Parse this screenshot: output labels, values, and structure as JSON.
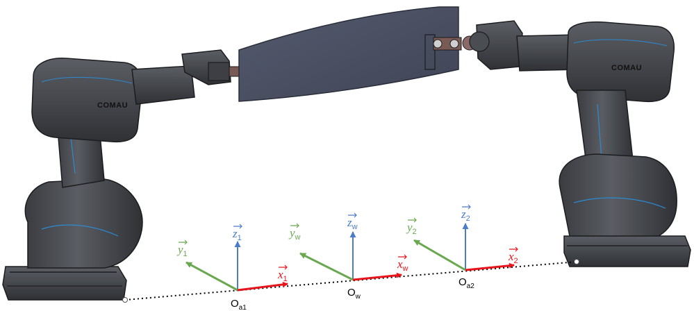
{
  "robots": {
    "left": {
      "brand": "COMAU"
    },
    "right": {
      "brand": "COMAU"
    }
  },
  "frames": [
    {
      "id": "a1",
      "x": "x",
      "x_sub": "1",
      "y": "y",
      "y_sub": "1",
      "z": "z",
      "z_sub": "1",
      "origin": "O",
      "origin_sub": "a1"
    },
    {
      "id": "w",
      "x": "x",
      "x_sub": "w",
      "y": "y",
      "y_sub": "w",
      "z": "z",
      "z_sub": "w",
      "origin": "O",
      "origin_sub": "w"
    },
    {
      "id": "a2",
      "x": "x",
      "x_sub": "2",
      "y": "y",
      "y_sub": "2",
      "z": "z",
      "z_sub": "2",
      "origin": "O",
      "origin_sub": "a2"
    }
  ],
  "colors": {
    "x_axis": "#e8141c",
    "y_axis": "#6aa84f",
    "z_axis": "#4a7cc9",
    "robot_body": "#4a4d52",
    "robot_dark": "#2e3034",
    "robot_edge": "#1b1c1f",
    "panel": "#4b5163",
    "ground_line": "#000000"
  }
}
